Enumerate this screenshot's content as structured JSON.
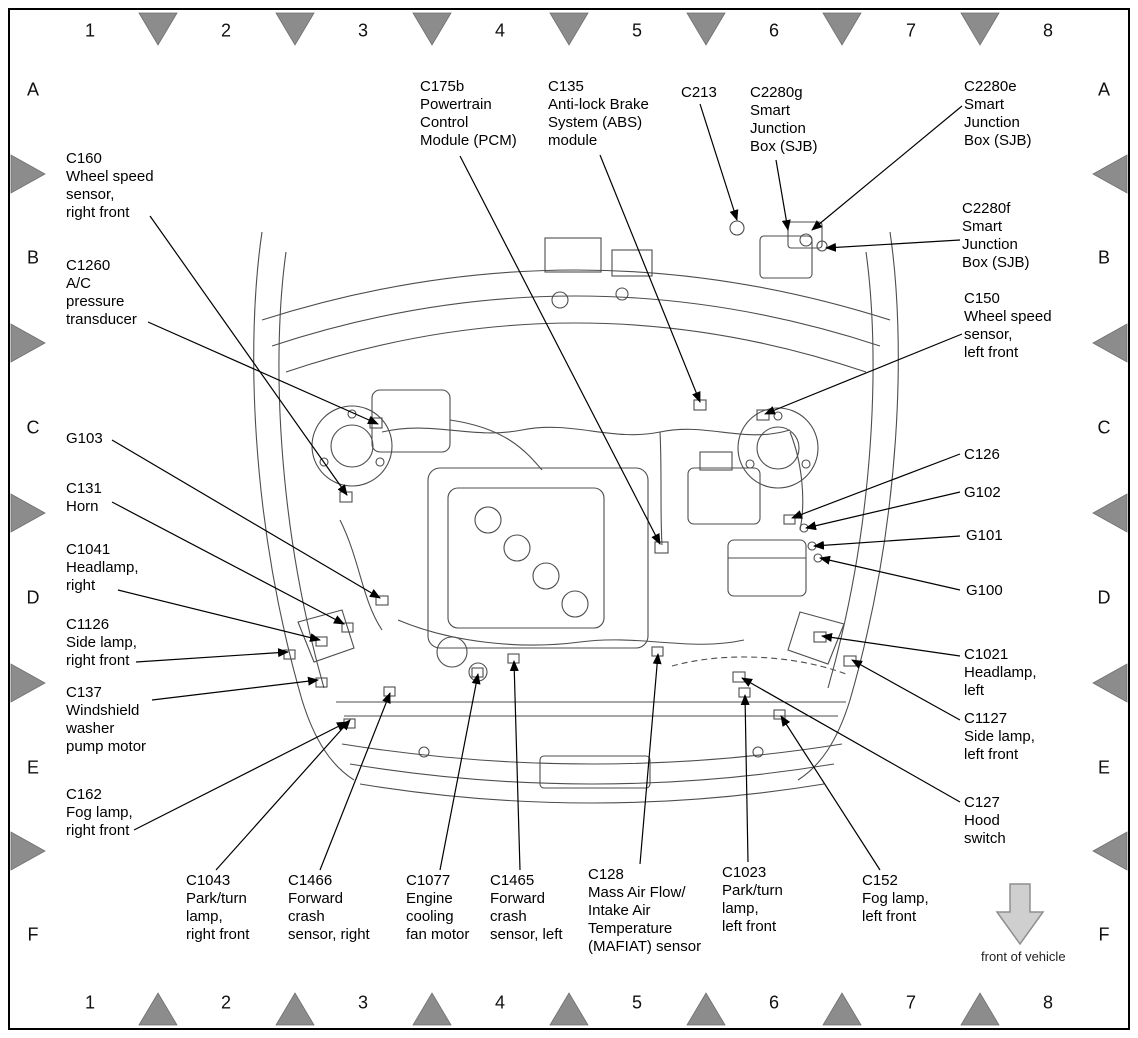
{
  "grid": {
    "columns": [
      "1",
      "2",
      "3",
      "4",
      "5",
      "6",
      "7",
      "8"
    ],
    "rows": [
      "A",
      "B",
      "C",
      "D",
      "E",
      "F"
    ]
  },
  "front_arrow_label": "front of vehicle",
  "callouts": [
    {
      "code": "C160",
      "desc": "Wheel speed\nsensor,\nright front"
    },
    {
      "code": "C1260",
      "desc": "A/C\npressure\ntransducer"
    },
    {
      "code": "G103",
      "desc": ""
    },
    {
      "code": "C131",
      "desc": "Horn"
    },
    {
      "code": "C1041",
      "desc": "Headlamp,\nright"
    },
    {
      "code": "C1126",
      "desc": "Side lamp,\nright front"
    },
    {
      "code": "C137",
      "desc": "Windshield\nwasher\npump motor"
    },
    {
      "code": "C162",
      "desc": "Fog lamp,\nright front"
    },
    {
      "code": "C175b",
      "desc": "Powertrain\nControl\nModule (PCM)"
    },
    {
      "code": "C135",
      "desc": "Anti-lock Brake\nSystem (ABS)\nmodule"
    },
    {
      "code": "C213",
      "desc": ""
    },
    {
      "code": "C2280g",
      "desc": "Smart\nJunction\nBox (SJB)"
    },
    {
      "code": "C2280e",
      "desc": "Smart\nJunction\nBox (SJB)"
    },
    {
      "code": "C2280f",
      "desc": "Smart\nJunction\nBox (SJB)"
    },
    {
      "code": "C150",
      "desc": "Wheel speed\nsensor,\nleft front"
    },
    {
      "code": "C126",
      "desc": ""
    },
    {
      "code": "G102",
      "desc": ""
    },
    {
      "code": "G101",
      "desc": ""
    },
    {
      "code": "G100",
      "desc": ""
    },
    {
      "code": "C1021",
      "desc": "Headlamp,\nleft"
    },
    {
      "code": "C1127",
      "desc": "Side lamp,\nleft front"
    },
    {
      "code": "C127",
      "desc": "Hood\nswitch"
    },
    {
      "code": "C1043",
      "desc": "Park/turn\nlamp,\nright front"
    },
    {
      "code": "C1466",
      "desc": "Forward\ncrash\nsensor, right"
    },
    {
      "code": "C1077",
      "desc": "Engine\ncooling\nfan motor"
    },
    {
      "code": "C1465",
      "desc": "Forward\ncrash\nsensor, left"
    },
    {
      "code": "C128",
      "desc": "Mass Air Flow/\nIntake Air\nTemperature\n(MAFIAT) sensor"
    },
    {
      "code": "C1023",
      "desc": "Park/turn\nlamp,\nleft front"
    },
    {
      "code": "C152",
      "desc": "Fog lamp,\nleft front"
    }
  ]
}
